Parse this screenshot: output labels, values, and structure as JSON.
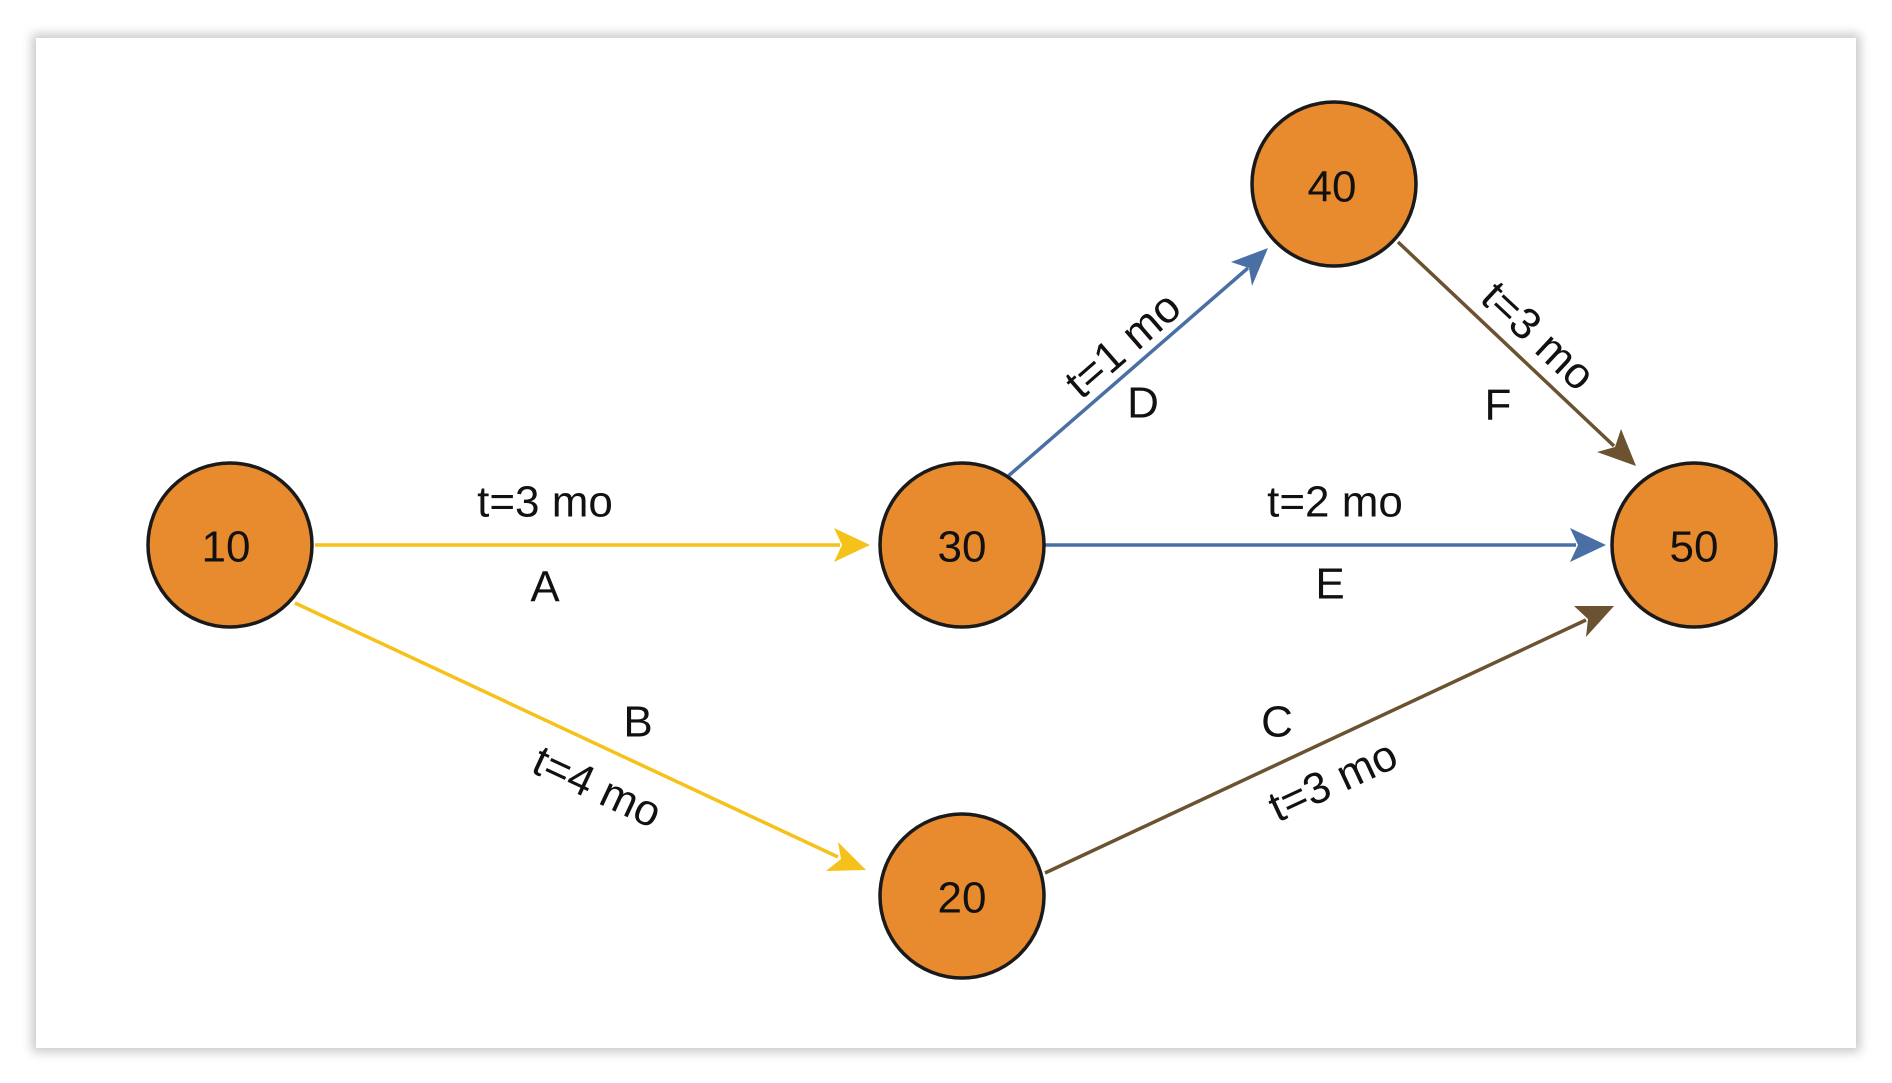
{
  "colors": {
    "node_fill": "#e88a2e",
    "yellow": "#f5c21b",
    "blue": "#4a6fa5",
    "brown": "#6b5230"
  },
  "nodes": {
    "n10": "10",
    "n20": "20",
    "n30": "30",
    "n40": "40",
    "n50": "50"
  },
  "edges": {
    "A": {
      "letter": "A",
      "duration": "t=3 mo"
    },
    "B": {
      "letter": "B",
      "duration": "t=4 mo"
    },
    "C": {
      "letter": "C",
      "duration": "t=3 mo"
    },
    "D": {
      "letter": "D",
      "duration": "t=1 mo"
    },
    "E": {
      "letter": "E",
      "duration": "t=2 mo"
    },
    "F": {
      "letter": "F",
      "duration": "t=3 mo"
    }
  }
}
